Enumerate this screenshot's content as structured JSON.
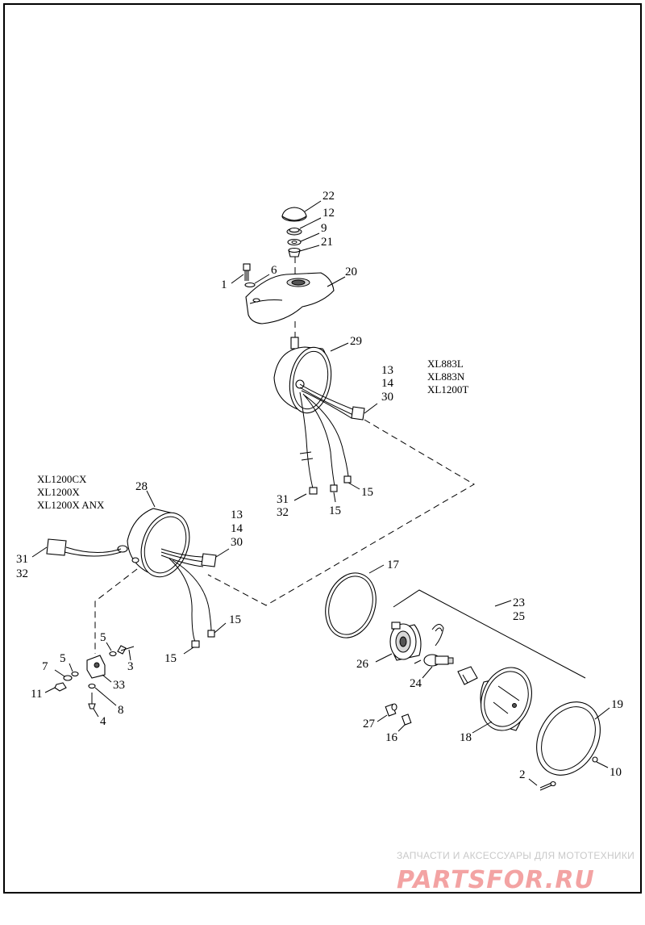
{
  "models_top": [
    "XL883L",
    "XL883N",
    "XL1200T"
  ],
  "models_left": [
    "XL1200CX",
    "XL1200X",
    "XL1200X ANX"
  ],
  "callouts": {
    "c1": "1",
    "c2": "2",
    "c3": "3",
    "c4": "4",
    "c5a": "5",
    "c5b": "5",
    "c6": "6",
    "c7": "7",
    "c8": "8",
    "c9": "9",
    "c10": "10",
    "c11": "11",
    "c12": "12",
    "c13a": "13",
    "c13b": "13",
    "c14a": "14",
    "c14b": "14",
    "c15a": "15",
    "c15b": "15",
    "c15c": "15",
    "c15d": "15",
    "c16": "16",
    "c17": "17",
    "c18": "18",
    "c19": "19",
    "c20": "20",
    "c21": "21",
    "c22": "22",
    "c23": "23",
    "c24": "24",
    "c25": "25",
    "c26": "26",
    "c27": "27",
    "c28": "28",
    "c29": "29",
    "c30a": "30",
    "c30b": "30",
    "c31a": "31",
    "c31b": "31",
    "c32a": "32",
    "c32b": "32",
    "c33": "33"
  },
  "watermark": {
    "tagline": "ЗАПЧАСТИ И АКСЕССУАРЫ ДЛЯ МОТОТЕХНИКИ",
    "brand": "PARTSFOR.RU",
    "color": "#f3a3a3"
  }
}
